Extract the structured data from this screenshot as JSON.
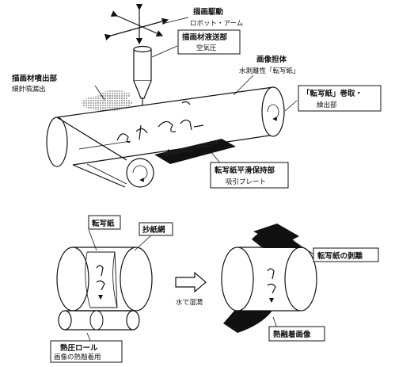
{
  "top_diagram": {
    "robot_arm": {
      "line1": "描画駆動",
      "line2": "ロボット・アーム"
    },
    "nozzle_feed": {
      "line1": "描画材液送部",
      "line2": "空気圧"
    },
    "spray_out": {
      "line1": "描画材噴出部",
      "line2": "細針噴漏出"
    },
    "image_carrier": {
      "line1": "画像担体",
      "line2": "水剥離性「転写紙」"
    },
    "roll_feed": {
      "line1": "「転写紙」巻取・",
      "line2": "繰出部"
    },
    "flat_holder": {
      "line1": "転写紙平滑保持部",
      "line2": "吸引プレート"
    }
  },
  "bottom_diagram": {
    "transfer_paper": "転写紙",
    "gauze": "抄紙網",
    "peel": "転写紙の剥離",
    "wet": "水で湿潤",
    "heat_roll": {
      "line1": "熱圧ロール",
      "line2": "画像の熱融着用"
    },
    "fused_image": "熱融着画像"
  }
}
